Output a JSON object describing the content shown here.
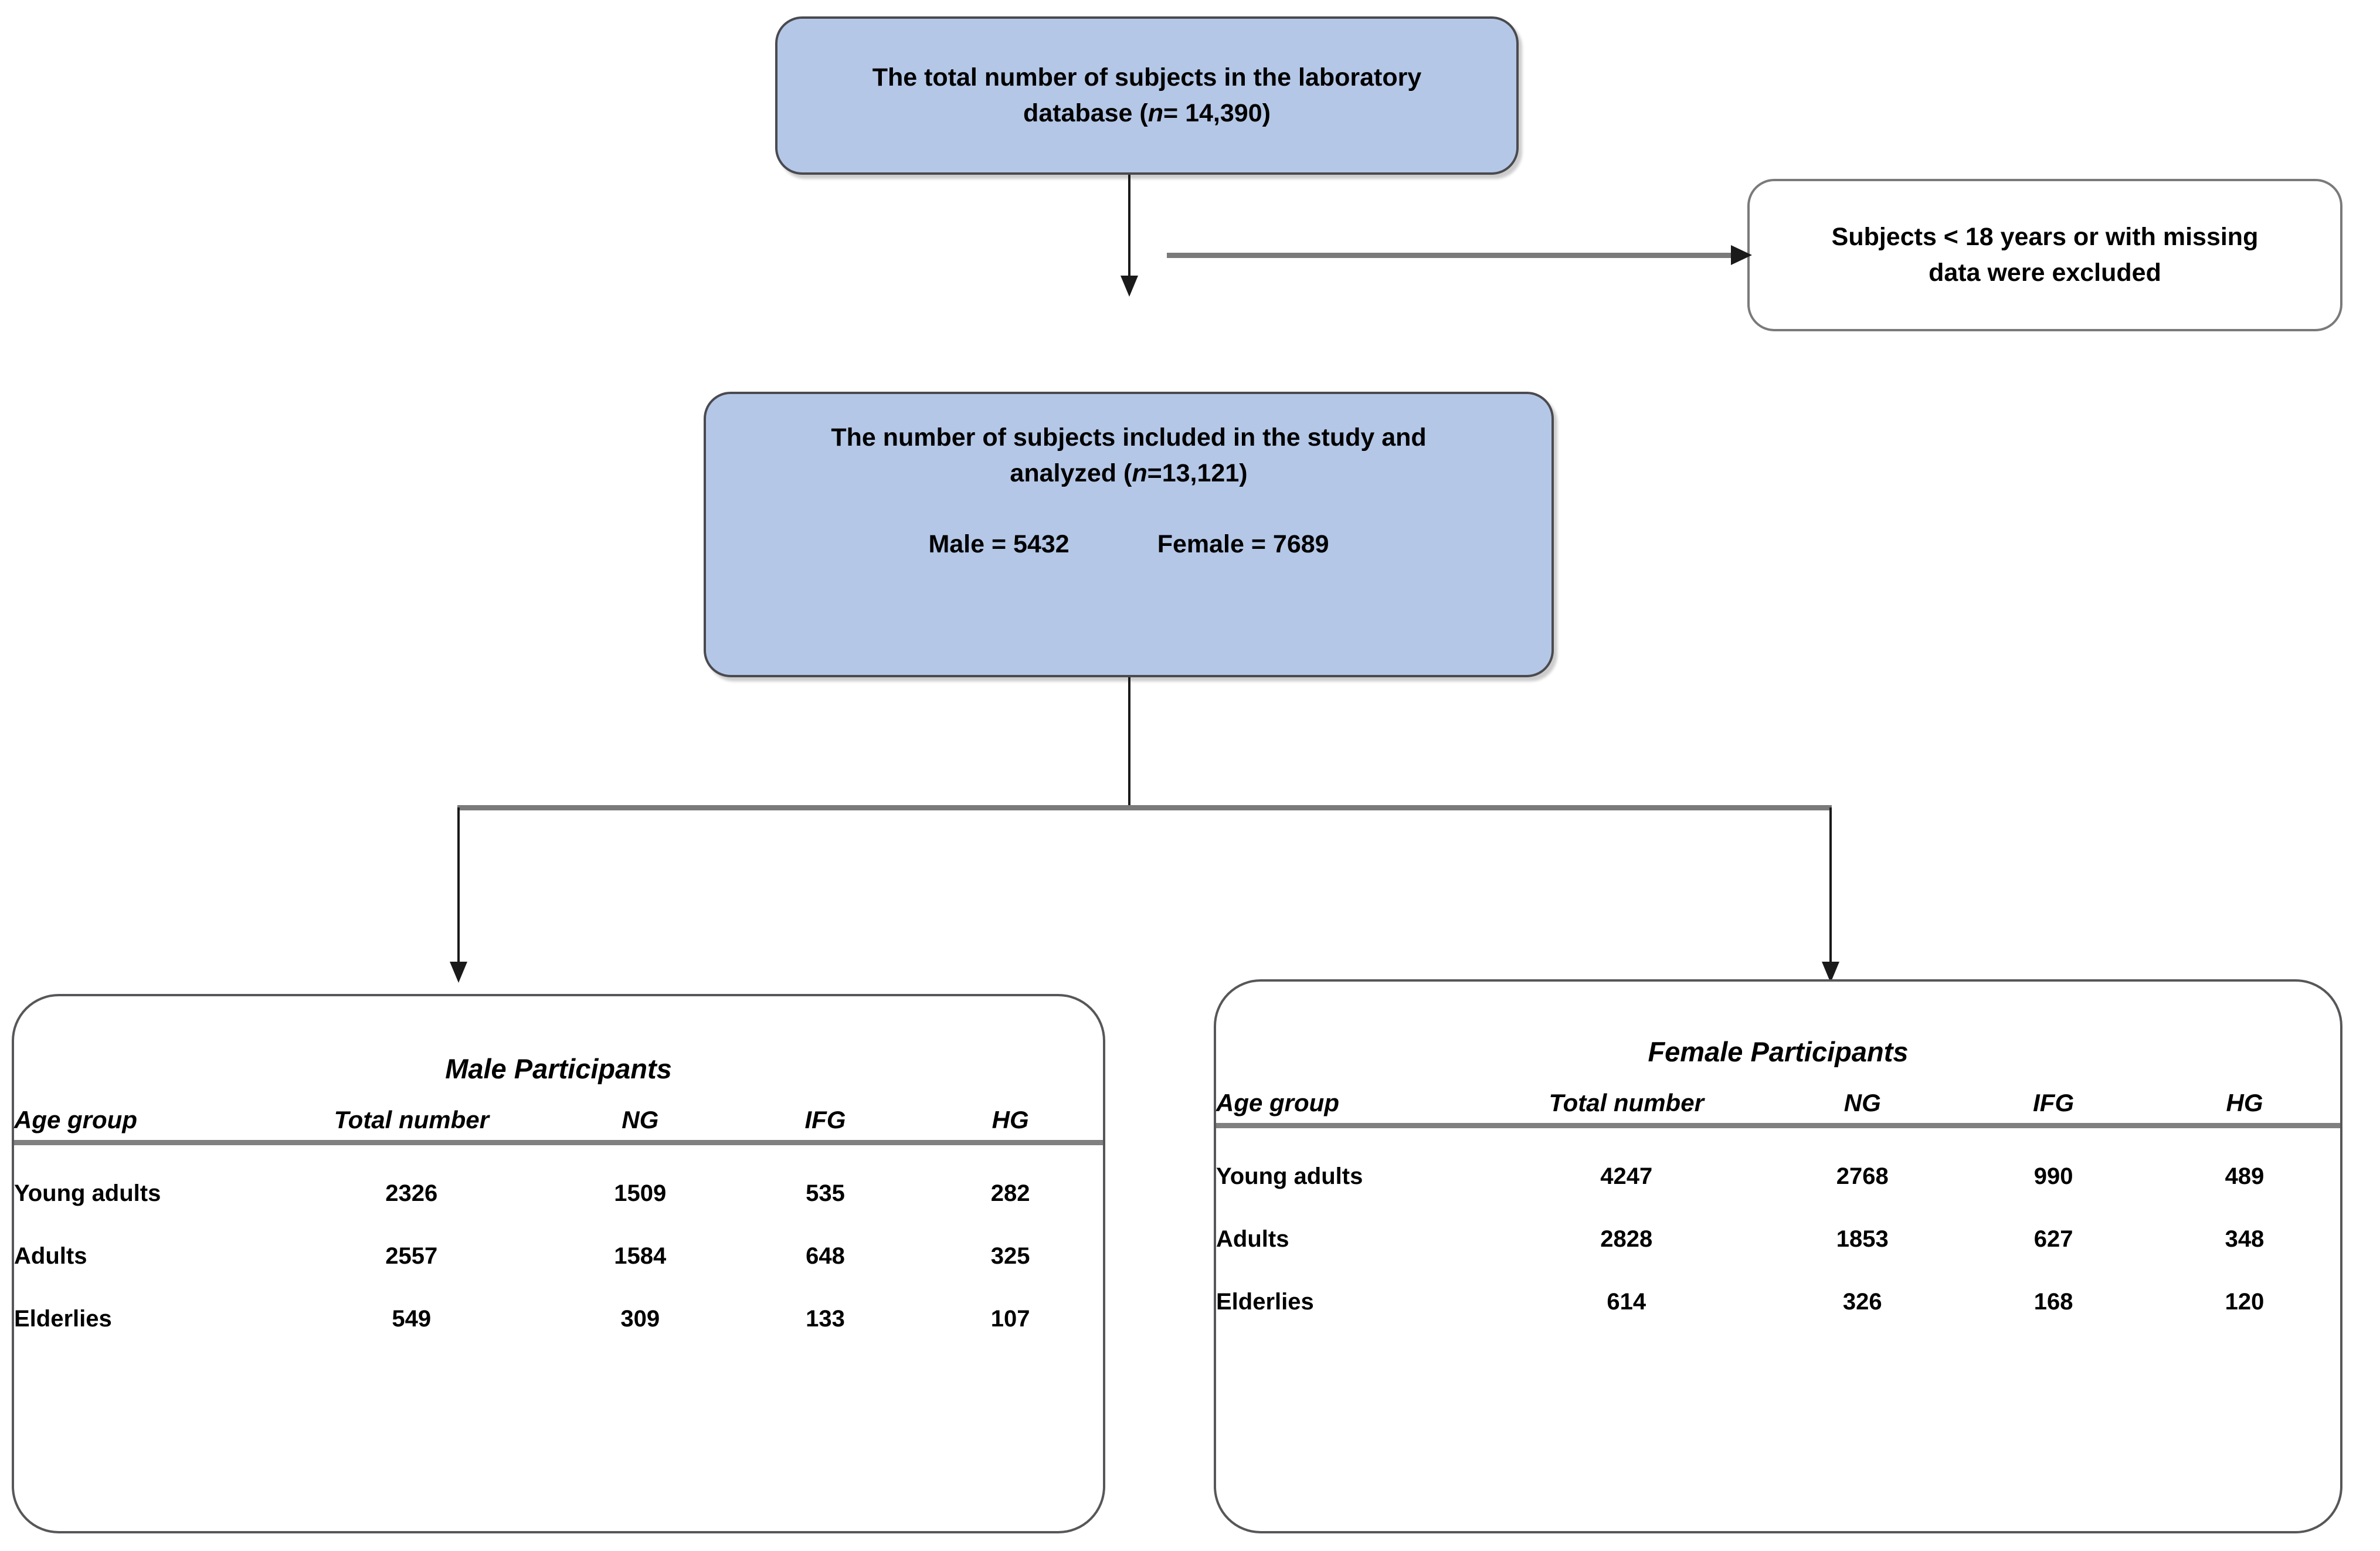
{
  "diagram": {
    "type": "flowchart",
    "title": "Study participant selection flow"
  },
  "nodes": {
    "total": {
      "line1": "The total number of subjects in the laboratory",
      "line2_prefix": "database (",
      "line2_italic": "n",
      "line2_suffix": "= 14,390)",
      "count": 14390,
      "fill_color": "#B4C7E7"
    },
    "excluded": {
      "line1": "Subjects < 18 years or with missing",
      "line2": "data were excluded",
      "fill_color": "#FFFFFF"
    },
    "included": {
      "line1": "The number of subjects included in the study and",
      "line2_prefix": "analyzed (",
      "line2_italic": "n",
      "line2_suffix": "=13,121)",
      "count": 13121,
      "male_label": "Male = 5432",
      "female_label": "Female = 7689",
      "male_count": 5432,
      "female_count": 7689,
      "fill_color": "#B4C7E7"
    }
  },
  "panels": {
    "male": {
      "title": "Male Participants",
      "columns": [
        "Age group",
        "Total number",
        "NG",
        "IFG",
        "HG"
      ],
      "rows": [
        {
          "age_group": "Young adults",
          "total": "2326",
          "ng": "1509",
          "ifg": "535",
          "hg": "282"
        },
        {
          "age_group": "Adults",
          "total": "2557",
          "ng": "1584",
          "ifg": "648",
          "hg": "325"
        },
        {
          "age_group": "Elderlies",
          "total": "549",
          "ng": "309",
          "ifg": "133",
          "hg": "107"
        }
      ]
    },
    "female": {
      "title": "Female Participants",
      "columns": [
        "Age group",
        "Total number",
        "NG",
        "IFG",
        "HG"
      ],
      "rows": [
        {
          "age_group": "Young adults",
          "total": "4247",
          "ng": "2768",
          "ifg": "990",
          "hg": "489"
        },
        {
          "age_group": "Adults",
          "total": "2828",
          "ng": "1853",
          "ifg": "627",
          "hg": "348"
        },
        {
          "age_group": "Elderlies",
          "total": "614",
          "ng": "326",
          "ifg": "168",
          "hg": "120"
        }
      ]
    }
  },
  "connectors": {
    "total_to_included": "arrow-down",
    "total_to_excluded": "arrow-right",
    "included_to_male": "arrow-down",
    "included_to_female": "arrow-down"
  }
}
